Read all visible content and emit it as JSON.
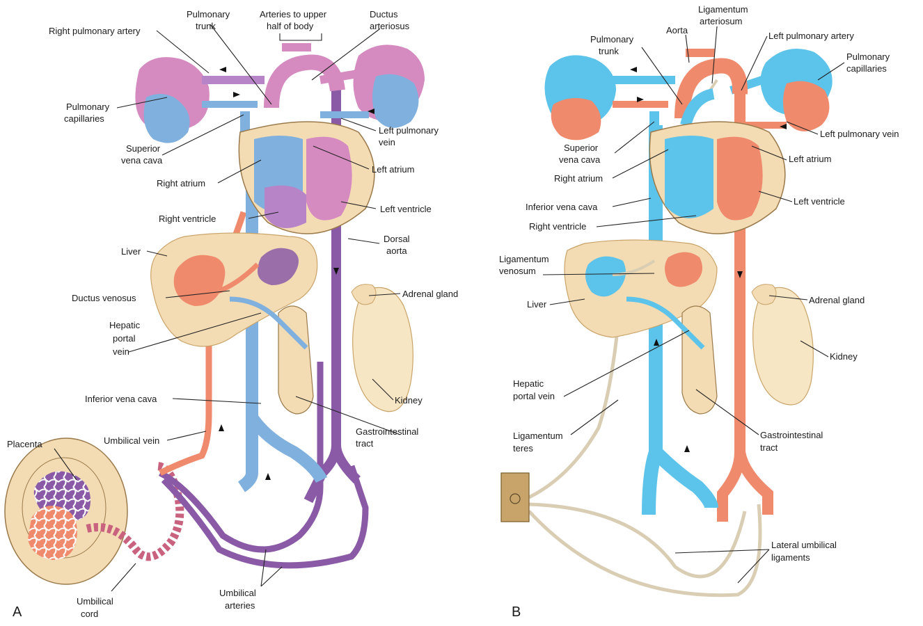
{
  "colors": {
    "oxygenated": "#ef8a6c",
    "deoxygenated": "#7fb0de",
    "deoxygenated_adult": "#5cc3ea",
    "mixed": "#8a5aa6",
    "pink_mixed": "#d58ac0",
    "organ_tan": "#f3dbb3",
    "ligament": "#d9ceb3"
  },
  "panel_a": {
    "letter": "A",
    "labels": {
      "right_pulmonary_artery": "Right pulmonary artery",
      "pulmonary_trunk_1": "Pulmonary",
      "pulmonary_trunk_2": "trunk",
      "arteries_upper_1": "Arteries to upper",
      "arteries_upper_2": "half of body",
      "ductus_arteriosus_1": "Ductus",
      "ductus_arteriosus_2": "arteriosus",
      "pulmonary_capillaries_1": "Pulmonary",
      "pulmonary_capillaries_2": "capillaries",
      "left_pulmonary_vein_1": "Left pulmonary",
      "left_pulmonary_vein_2": "vein",
      "superior_vena_cava_1": "Superior",
      "superior_vena_cava_2": "vena cava",
      "left_atrium": "Left atrium",
      "right_atrium": "Right atrium",
      "left_ventricle": "Left ventricle",
      "right_ventricle": "Right ventricle",
      "dorsal_aorta_1": "Dorsal",
      "dorsal_aorta_2": "aorta",
      "liver": "Liver",
      "adrenal_gland": "Adrenal gland",
      "ductus_venosus": "Ductus venosus",
      "hepatic_portal_vein_1": "Hepatic",
      "hepatic_portal_vein_2": "portal",
      "hepatic_portal_vein_3": "vein",
      "inferior_vena_cava": "Inferior vena cava",
      "kidney": "Kidney",
      "gastrointestinal_1": "Gastrointestinal",
      "gastrointestinal_2": "tract",
      "umbilical_vein": "Umbilical vein",
      "placenta": "Placenta",
      "umbilical_cord_1": "Umbilical",
      "umbilical_cord_2": "cord",
      "umbilical_arteries_1": "Umbilical",
      "umbilical_arteries_2": "arteries"
    }
  },
  "panel_b": {
    "letter": "B",
    "labels": {
      "ligamentum_arteriosum_1": "Ligamentum",
      "ligamentum_arteriosum_2": "arteriosum",
      "aorta": "Aorta",
      "pulmonary_trunk_1": "Pulmonary",
      "pulmonary_trunk_2": "trunk",
      "left_pulmonary_artery": "Left pulmonary artery",
      "pulmonary_capillaries_1": "Pulmonary",
      "pulmonary_capillaries_2": "capillaries",
      "left_pulmonary_vein": "Left pulmonary vein",
      "superior_vena_cava_1": "Superior",
      "superior_vena_cava_2": "vena cava",
      "left_atrium": "Left atrium",
      "right_atrium": "Right atrium",
      "left_ventricle": "Left ventricle",
      "inferior_vena_cava": "Inferior vena cava",
      "right_ventricle": "Right ventricle",
      "ligamentum_venosum_1": "Ligamentum",
      "ligamentum_venosum_2": "venosum",
      "liver": "Liver",
      "adrenal_gland": "Adrenal gland",
      "kidney": "Kidney",
      "hepatic_portal_vein_1": "Hepatic",
      "hepatic_portal_vein_2": "portal vein",
      "gastrointestinal_1": "Gastrointestinal",
      "gastrointestinal_2": "tract",
      "ligamentum_teres_1": "Ligamentum",
      "ligamentum_teres_2": "teres",
      "lateral_umbilical_1": "Lateral umbilical",
      "lateral_umbilical_2": "ligaments"
    }
  }
}
